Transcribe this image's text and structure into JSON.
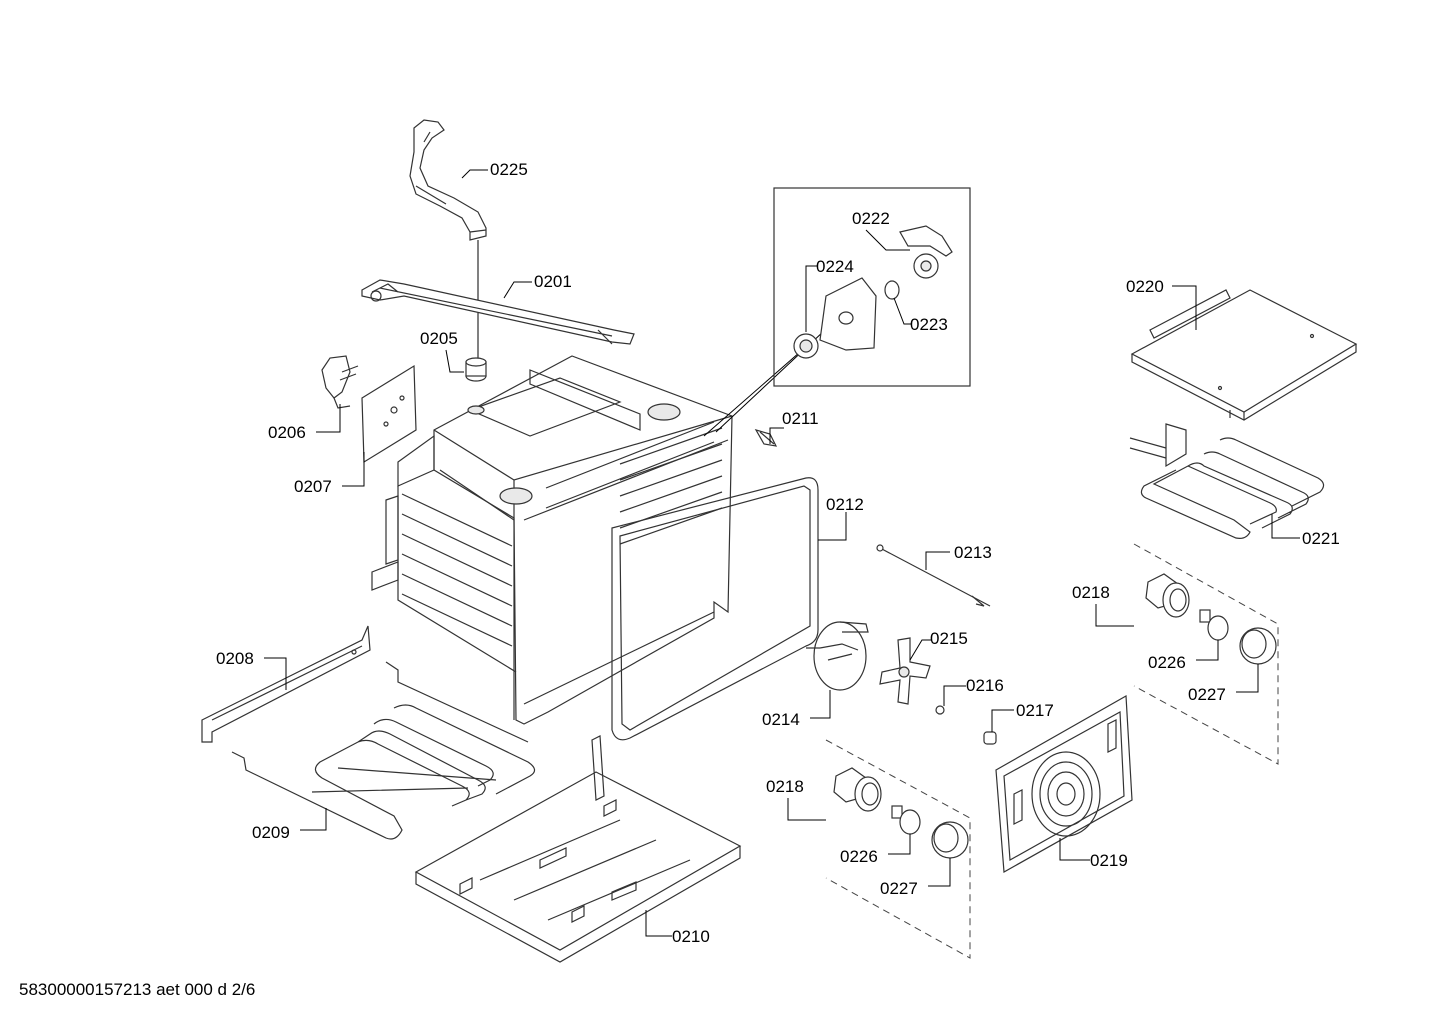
{
  "diagram": {
    "footer_text": "58300000157213 aet 000 d 2/6",
    "labels": {
      "l0225": "0225",
      "l0201": "0201",
      "l0205": "0205",
      "l0206": "0206",
      "l0207": "0207",
      "l0222": "0222",
      "l0224": "0224",
      "l0223": "0223",
      "l0211": "0211",
      "l0212": "0212",
      "l0213": "0213",
      "l0220": "0220",
      "l0221": "0221",
      "l0218a": "0218",
      "l0226a": "0226",
      "l0227a": "0227",
      "l0215": "0215",
      "l0216": "0216",
      "l0214": "0214",
      "l0217": "0217",
      "l0208": "0208",
      "l0209": "0209",
      "l0210": "0210",
      "l0218b": "0218",
      "l0226b": "0226",
      "l0227b": "0227",
      "l0219": "0219"
    }
  }
}
